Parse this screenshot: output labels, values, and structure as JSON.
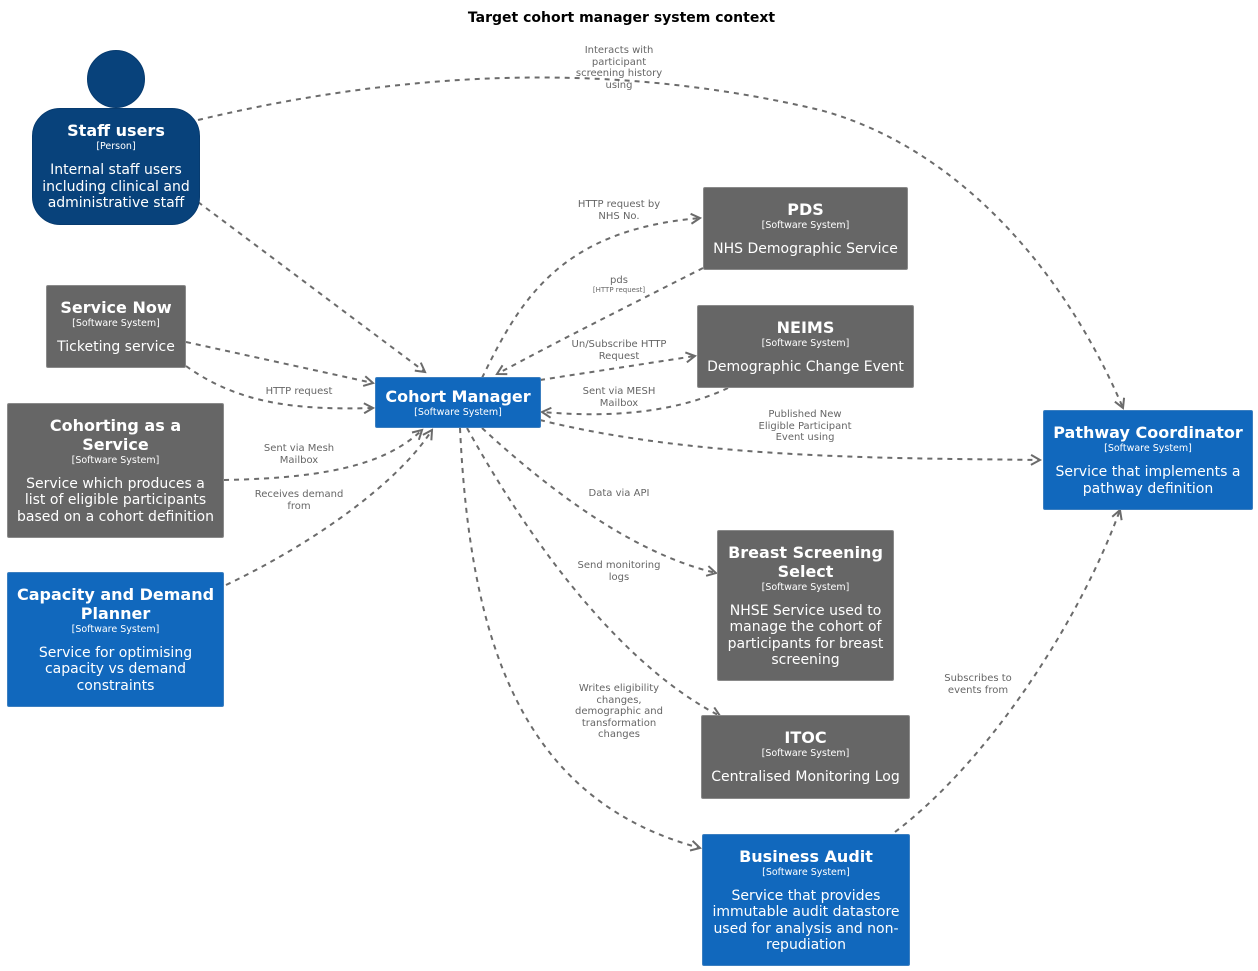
{
  "title": "Target cohort manager system context",
  "nodes": {
    "staff": {
      "name": "Staff users",
      "type": "[Person]",
      "desc": "Internal staff users including clinical and administrative staff"
    },
    "servicenow": {
      "name": "Service Now",
      "type": "[Software System]",
      "desc": "Ticketing service"
    },
    "caas": {
      "name": "Cohorting as a Service",
      "type": "[Software System]",
      "desc": "Service which produces a list of eligible participants based on a cohort definition"
    },
    "capacity": {
      "name": "Capacity and Demand Planner",
      "type": "[Software System]",
      "desc": "Service for optimising capacity vs demand constraints"
    },
    "cohort": {
      "name": "Cohort Manager",
      "type": "[Software System]",
      "desc": ""
    },
    "pds": {
      "name": "PDS",
      "type": "[Software System]",
      "desc": "NHS Demographic Service"
    },
    "neims": {
      "name": "NEIMS",
      "type": "[Software System]",
      "desc": "Demographic Change Event"
    },
    "bss": {
      "name": "Breast Screening Select",
      "type": "[Software System]",
      "desc": "NHSE Service used to manage the cohort of participants for breast screening"
    },
    "itoc": {
      "name": "ITOC",
      "type": "[Software System]",
      "desc": "Centralised Monitoring Log"
    },
    "audit": {
      "name": "Business Audit",
      "type": "[Software System]",
      "desc": "Service that provides immutable audit datastore used for analysis and non-repudiation"
    },
    "pathway": {
      "name": "Pathway Coordinator",
      "type": "[Software System]",
      "desc": "Service that implements a pathway definition"
    }
  },
  "edges": {
    "staff_pathway": "Interacts with\nparticipant\nscreening history\nusing",
    "cm_pds": "HTTP request by\nNHS No.",
    "pds_cm": "pds",
    "pds_cm_tech": "[HTTP request]",
    "cm_neims": "Un/Subscribe HTTP\nRequest",
    "neims_cm": "Sent via MESH\nMailbox",
    "servicenow_cm": "HTTP request",
    "caas_cm": "Sent via Mesh\nMailbox",
    "capacity_cm": "Receives demand\nfrom",
    "cm_pathway": "Published New\nEligible Participant\nEvent using",
    "cm_bss": "Data via API",
    "cm_itoc": "Send monitoring\nlogs",
    "cm_audit": "Writes eligibility\nchanges,\ndemographic and\ntransformation\nchanges",
    "audit_pathway": "Subscribes to\nevents from"
  }
}
